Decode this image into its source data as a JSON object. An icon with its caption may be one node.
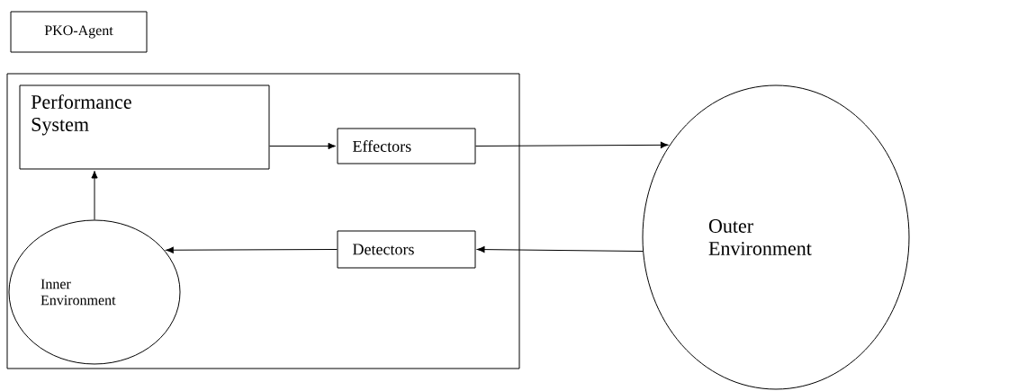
{
  "diagram": {
    "nodes": [
      {
        "text": [
          "PKO-Agent"
        ]
      },
      {
        "text": [],
        "shape": "box"
      },
      {
        "text": [
          "Performance System"
        ],
        "in": 1
      },
      {
        "text": [
          "Effectors"
        ],
        "in": 1
      },
      {
        "text": [
          "Inner Environment"
        ],
        "in": 1
      },
      {
        "text": [
          "Detectors"
        ],
        "in": 1
      },
      {
        "text": [
          "Outer Environment"
        ]
      }
    ],
    "edges": [
      {
        "from": 2,
        "to": 3,
        "arrow": "to"
      },
      {
        "from": 3,
        "to": 6,
        "arrow": "to"
      },
      {
        "from": 4,
        "to": 2,
        "arrow": "to"
      },
      {
        "from": 6,
        "to": 5,
        "arrow": "to"
      },
      {
        "from": 5,
        "to": 4,
        "arrow": "to"
      }
    ]
  }
}
